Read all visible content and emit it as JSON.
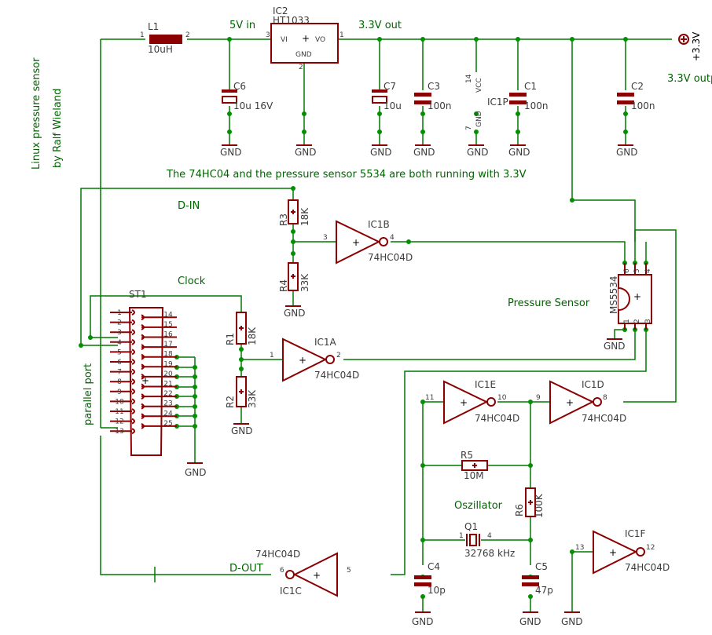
{
  "notes": {
    "title_line1": "Linux pressure sensor",
    "title_line2": "by Ralf Wieland",
    "supply_note": "The 74HC04 and the pressure sensor 5534 are both running with 3.3V",
    "d_in": "D-IN",
    "clock": "Clock",
    "pressure_sensor": "Pressure Sensor",
    "parallel_port": "parallel port",
    "d_out": "D-OUT",
    "oszillator": "Oszillator",
    "in_5v": "5V in",
    "out_33v": "3.3V out",
    "out_33v_2": "3.3V outp",
    "supply_33": "+3.3V"
  },
  "gnd_label": "GND",
  "gate_type": "74HC04D",
  "parts": {
    "L1": {
      "name": "L1",
      "value": "10uH",
      "pin1": "1",
      "pin2": "2"
    },
    "IC2": {
      "name": "IC2",
      "value": "HT1033",
      "vi": "VI",
      "vo": "VO",
      "gnd": "GND",
      "pin_in": "3",
      "pin_out": "1",
      "pin_gnd": "2"
    },
    "C6": {
      "name": "C6",
      "value": "10u 16V"
    },
    "C7": {
      "name": "C7",
      "value": "10u"
    },
    "C3": {
      "name": "C3",
      "value": "100n"
    },
    "C1P": {
      "name": "IC1P",
      "vcc": "VCC",
      "gnd": "GND",
      "pin_vcc": "14",
      "pin_gnd": "7"
    },
    "C1": {
      "name": "C1",
      "value": "100n"
    },
    "C2": {
      "name": "C2",
      "value": "100n"
    },
    "R3": {
      "name": "R3",
      "value": "18K"
    },
    "R4": {
      "name": "R4",
      "value": "33K"
    },
    "R1": {
      "name": "R1",
      "value": "18K"
    },
    "R2": {
      "name": "R2",
      "value": "33K"
    },
    "R5": {
      "name": "R5",
      "value": "10M"
    },
    "R6": {
      "name": "R6",
      "value": "100K"
    },
    "Q1": {
      "name": "Q1",
      "value": "32768 kHz",
      "pin1": "1",
      "pin4": "4"
    },
    "C4": {
      "name": "C4",
      "value": "10p"
    },
    "C5": {
      "name": "C5",
      "value": "47p"
    },
    "IC1A": {
      "name": "IC1A",
      "in": "1",
      "out": "2"
    },
    "IC1B": {
      "name": "IC1B",
      "in": "3",
      "out": "4"
    },
    "IC1C": {
      "name": "IC1C",
      "in": "5",
      "out": "6"
    },
    "IC1D": {
      "name": "IC1D",
      "in": "9",
      "out": "8"
    },
    "IC1E": {
      "name": "IC1E",
      "in": "11",
      "out": "10"
    },
    "IC1F": {
      "name": "IC1F",
      "in": "13",
      "out": "12"
    },
    "MS5534": {
      "name": "MS5534",
      "pins_top": [
        "6",
        "5",
        "4"
      ],
      "pins_bottom": [
        "1",
        "2",
        "3"
      ]
    },
    "ST1": {
      "name": "ST1",
      "left_pins": [
        "1",
        "2",
        "3",
        "4",
        "5",
        "6",
        "7",
        "8",
        "9",
        "10",
        "11",
        "12",
        "13"
      ],
      "right_pins": [
        "14",
        "15",
        "16",
        "17",
        "18",
        "19",
        "20",
        "21",
        "22",
        "23",
        "24",
        "25"
      ]
    }
  }
}
